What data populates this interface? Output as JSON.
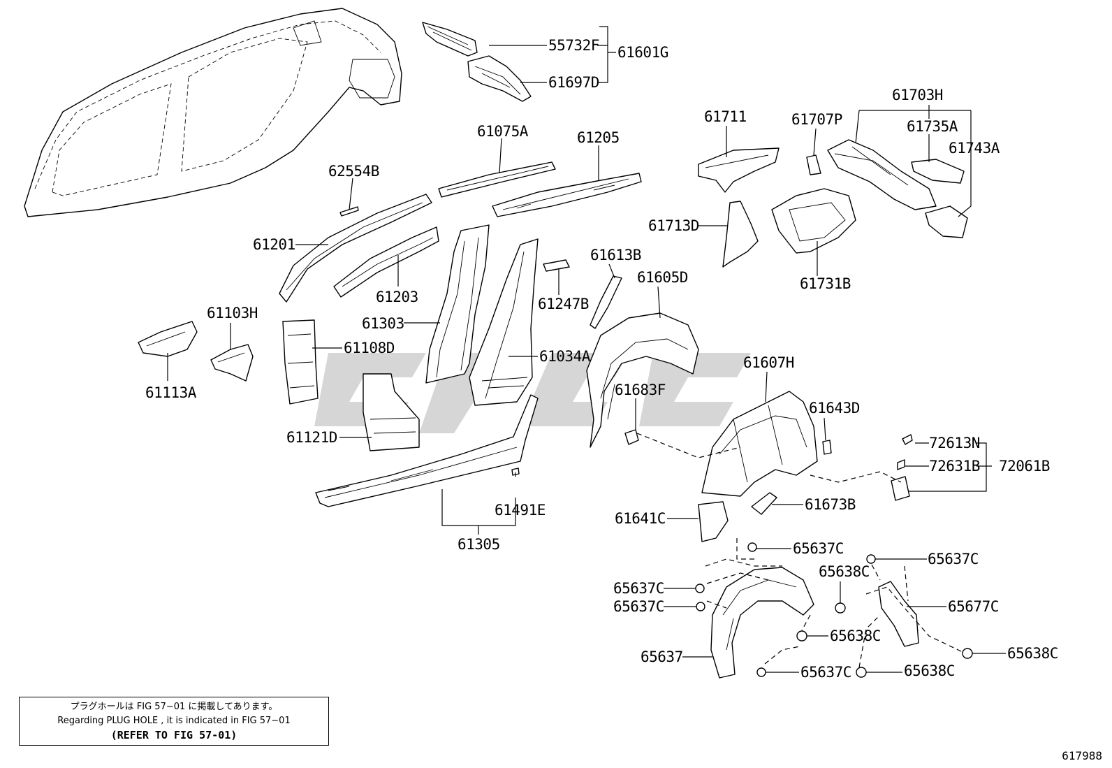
{
  "parts": [
    {
      "id": "55732F",
      "label": "55732F"
    },
    {
      "id": "61601G",
      "label": "61601G"
    },
    {
      "id": "61697D",
      "label": "61697D"
    },
    {
      "id": "61075A",
      "label": "61075A"
    },
    {
      "id": "61205",
      "label": "61205"
    },
    {
      "id": "62554B",
      "label": "62554B"
    },
    {
      "id": "61201",
      "label": "61201"
    },
    {
      "id": "61203",
      "label": "61203"
    },
    {
      "id": "61303",
      "label": "61303"
    },
    {
      "id": "61247B",
      "label": "61247B"
    },
    {
      "id": "61613B",
      "label": "61613B"
    },
    {
      "id": "61605D",
      "label": "61605D"
    },
    {
      "id": "61103H",
      "label": "61103H"
    },
    {
      "id": "61108D",
      "label": "61108D"
    },
    {
      "id": "61034A",
      "label": "61034A"
    },
    {
      "id": "61113A",
      "label": "61113A"
    },
    {
      "id": "61121D",
      "label": "61121D"
    },
    {
      "id": "61683F",
      "label": "61683F"
    },
    {
      "id": "61491E",
      "label": "61491E"
    },
    {
      "id": "61305",
      "label": "61305"
    },
    {
      "id": "61711",
      "label": "61711"
    },
    {
      "id": "61707P",
      "label": "61707P"
    },
    {
      "id": "61703H",
      "label": "61703H"
    },
    {
      "id": "61735A",
      "label": "61735A"
    },
    {
      "id": "61743A",
      "label": "61743A"
    },
    {
      "id": "61713D",
      "label": "61713D"
    },
    {
      "id": "61731B",
      "label": "61731B"
    },
    {
      "id": "61607H",
      "label": "61607H"
    },
    {
      "id": "61643D",
      "label": "61643D"
    },
    {
      "id": "72613N",
      "label": "72613N"
    },
    {
      "id": "72631B",
      "label": "72631B"
    },
    {
      "id": "72061B",
      "label": "72061B"
    },
    {
      "id": "61673B",
      "label": "61673B"
    },
    {
      "id": "61641C",
      "label": "61641C"
    },
    {
      "id": "65637C_a",
      "label": "65637C"
    },
    {
      "id": "65637C_b",
      "label": "65637C"
    },
    {
      "id": "65638C_a",
      "label": "65638C"
    },
    {
      "id": "65637C_c",
      "label": "65637C"
    },
    {
      "id": "65637C_d",
      "label": "65637C"
    },
    {
      "id": "65677C",
      "label": "65677C"
    },
    {
      "id": "65638C_b",
      "label": "65638C"
    },
    {
      "id": "65637",
      "label": "65637"
    },
    {
      "id": "65638C_c",
      "label": "65638C"
    },
    {
      "id": "65637C_e",
      "label": "65637C"
    },
    {
      "id": "65638C_d",
      "label": "65638C"
    }
  ],
  "note": {
    "japanese": "プラグホールは FIG 57−01 に掲載してあります。",
    "english": "Regarding  PLUG  HOLE , it is indicated in  FIG  57−01",
    "reference": "(REFER TO FIG 57-01)"
  },
  "figure_id": "617988"
}
